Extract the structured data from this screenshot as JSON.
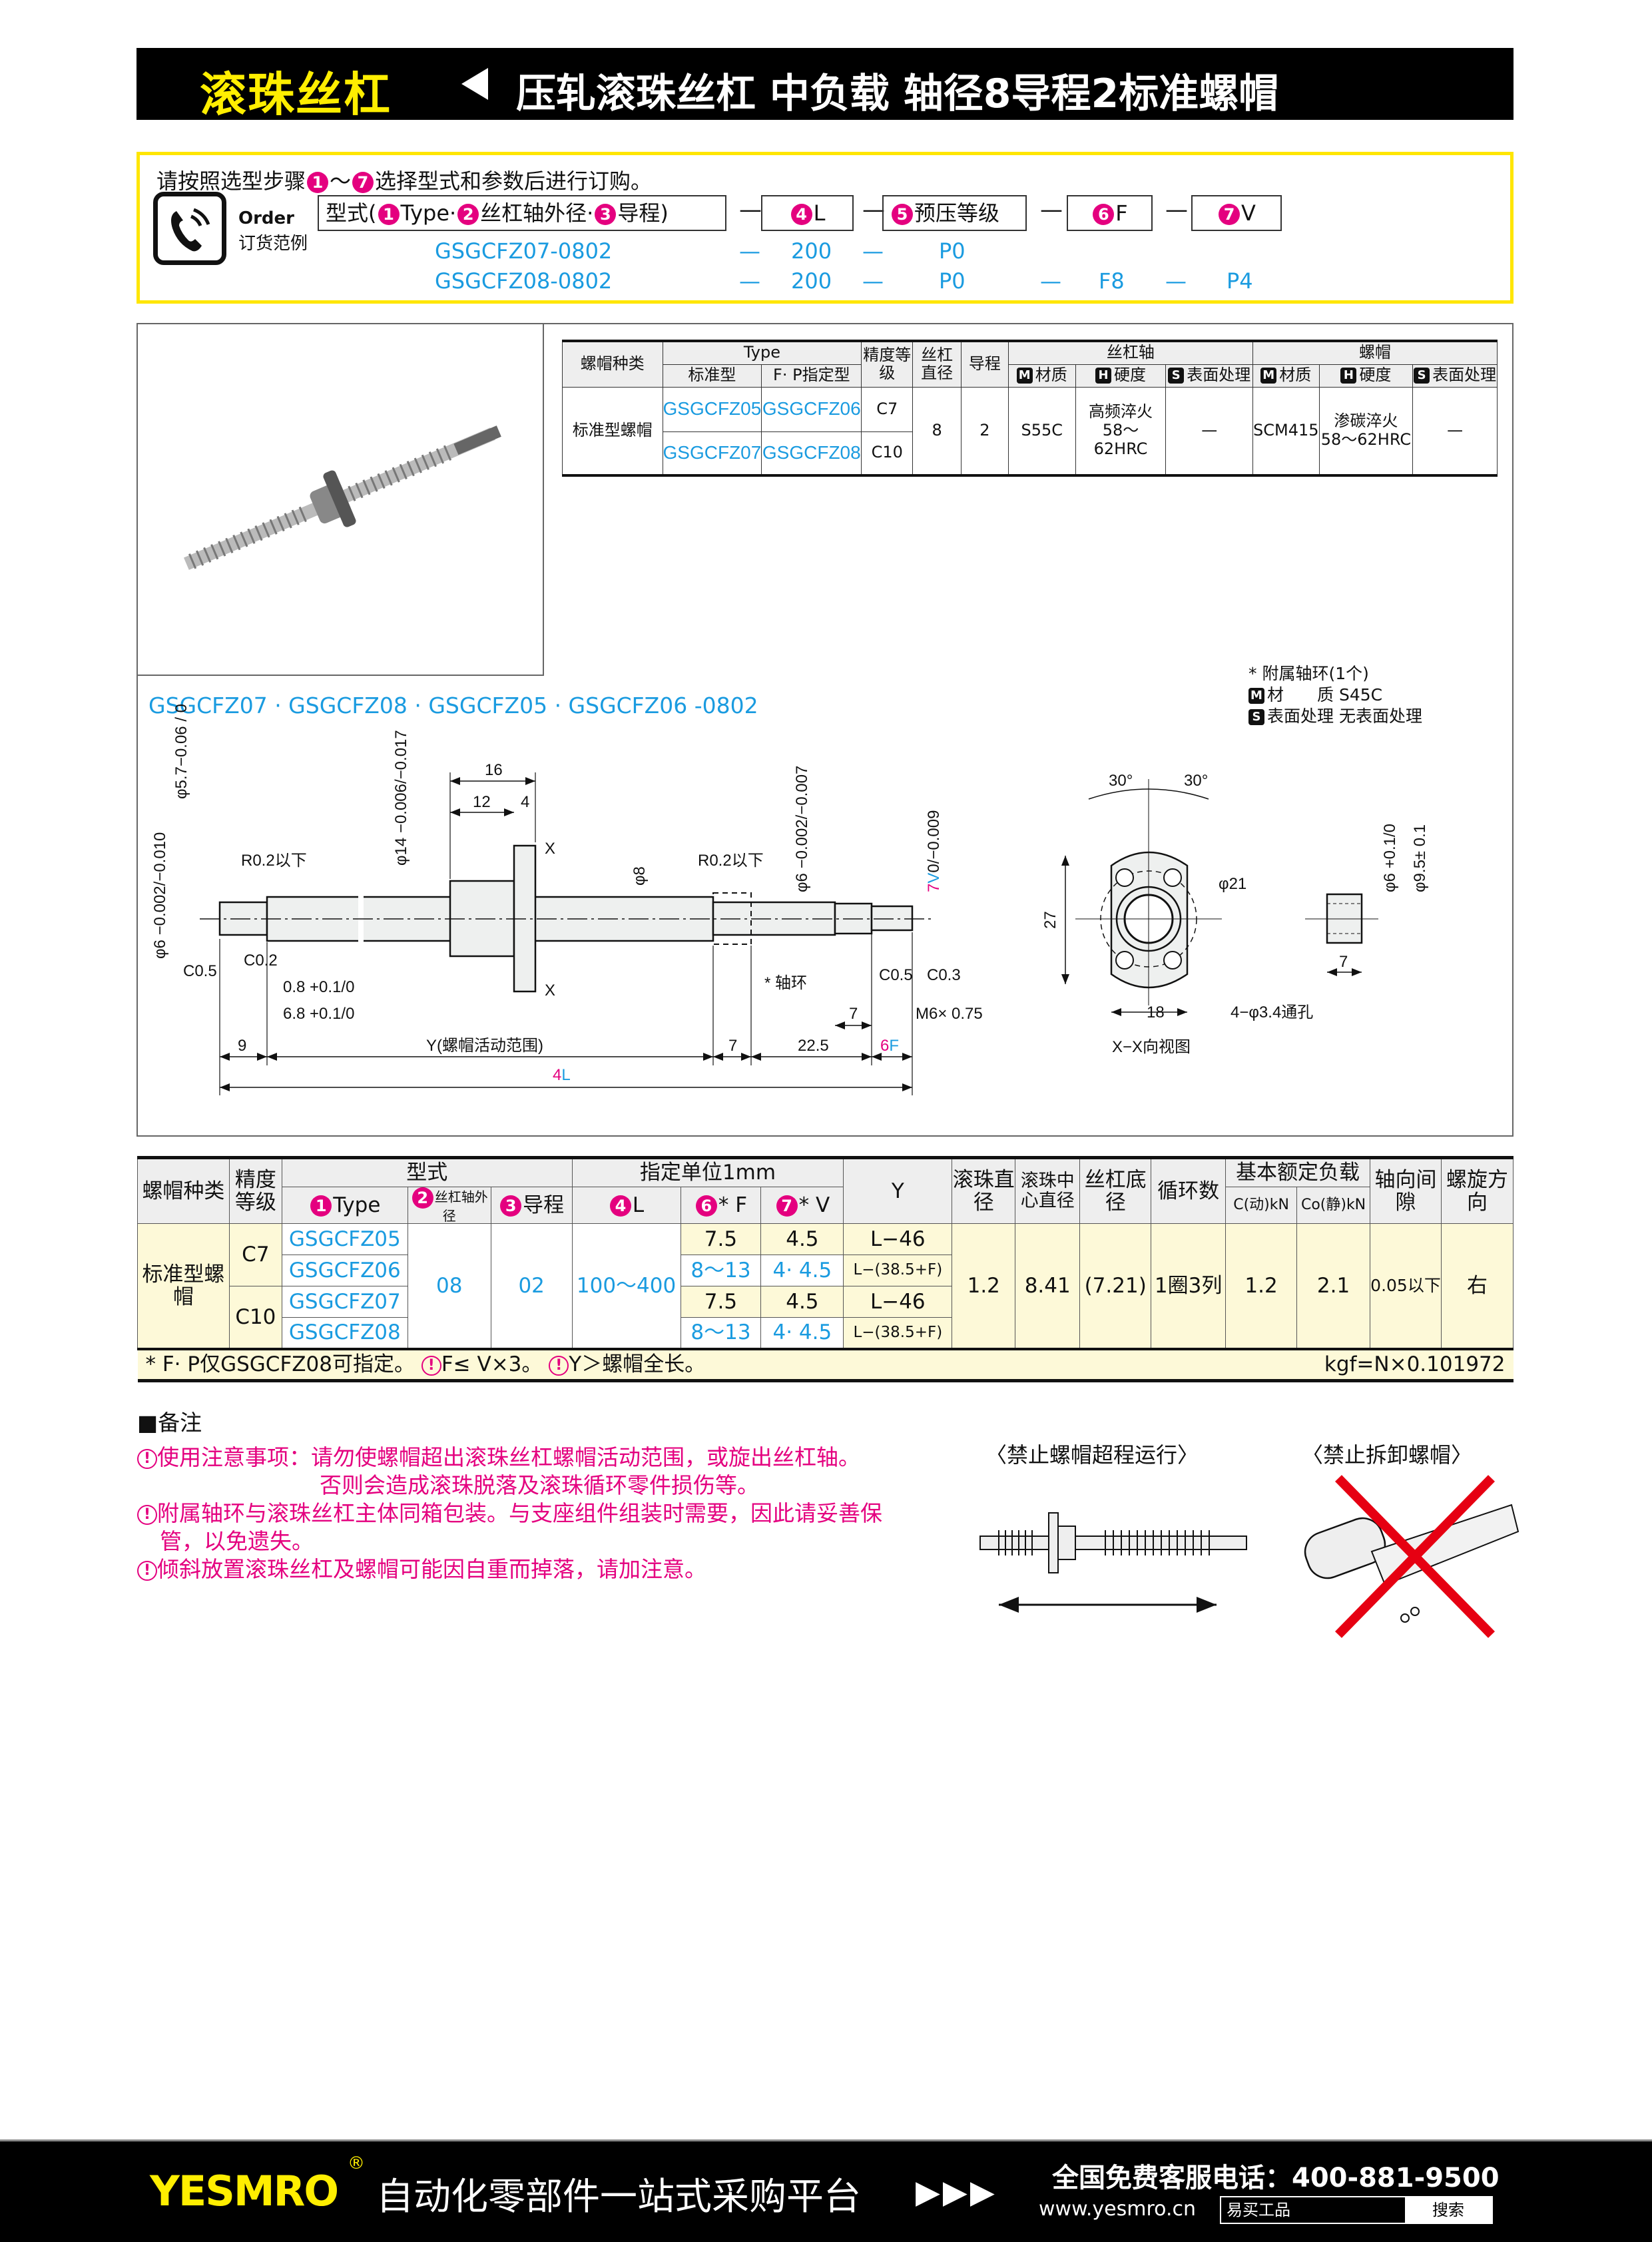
{
  "header": {
    "category": "滚珠丝杠",
    "title": "压轧滚珠丝杠 中负载 轴径8导程2标准螺帽"
  },
  "order": {
    "instruction_pre": "请按照选型步骤",
    "step_from": "1",
    "tilde": "～",
    "step_to": "7",
    "instruction_post": "选择型式和参数后进行订购。",
    "icon_en": "Order",
    "icon_cn": "订货范例",
    "box_type": {
      "prefix": "型式(",
      "n1": "1",
      "t1": "Type·",
      "n2": "2",
      "t2": "丝杠轴外径·",
      "n3": "3",
      "t3": "导程)"
    },
    "box_l": {
      "n": "4",
      "t": "L"
    },
    "box_preload": {
      "n": "5",
      "t": "预压等级"
    },
    "box_f": {
      "n": "6",
      "t": "F"
    },
    "box_v": {
      "n": "7",
      "t": "V"
    },
    "dash": "—",
    "examples": [
      {
        "code": "GSGCFZ07-0802",
        "l": "200",
        "preload": "P0"
      },
      {
        "code": "GSGCFZ08-0802",
        "l": "200",
        "preload": "P0",
        "f": "F8",
        "v": "P4"
      }
    ]
  },
  "spec_table": {
    "h": {
      "nut_type": "螺帽种类",
      "type": "Type",
      "std": "标准型",
      "fp": "F· P指定型",
      "grade": "精度等级",
      "dia": "丝杠直径",
      "lead": "导程",
      "shaft": "丝杠轴",
      "nut": "螺帽",
      "m": "M",
      "material": "材质",
      "hh": "H",
      "hardness": "硬度",
      "s": "S",
      "surface": "表面处理"
    },
    "row": {
      "nut_type": "标准型螺帽",
      "t05": "GSGCFZ05",
      "t06": "GSGCFZ06",
      "t07": "GSGCFZ07",
      "t08": "GSGCFZ08",
      "c7": "C7",
      "c10": "C10",
      "dia": "8",
      "lead": "2",
      "shaft_mat": "S55C",
      "shaft_hard1": "高频淬火",
      "shaft_hard2": "58～62HRC",
      "shaft_surf": "—",
      "nut_mat": "SCM415",
      "nut_hard1": "渗碳淬火",
      "nut_hard2": "58～62HRC",
      "nut_surf": "—"
    }
  },
  "series_title": "GSGCFZ07 · GSGCFZ08 · GSGCFZ05 · GSGCFZ06 -0802",
  "collar_note": {
    "title": "* 附属轴环(1个)",
    "m": "M",
    "mat_label": "材　　质",
    "mat": "S45C",
    "s": "S",
    "surf_label": "表面处理",
    "surf": "无表面处理"
  },
  "drawing": {
    "phi57": "φ5.7−0.06 / 0",
    "phi6l": "φ6 −0.002/−0.010",
    "r02a": "R0.2以下",
    "c05a": "C0.5",
    "c02": "C0.2",
    "d08": "0.8 +0.1/0",
    "d68": "6.8 +0.1/0",
    "phi14": "φ14 −0.006/−0.017",
    "d16": "16",
    "d12": "12",
    "d4": "4",
    "x": "X",
    "phi8": "φ8",
    "r02b": "R0.2以下",
    "phi6r": "φ6 −0.002/−0.007",
    "v_num": "7",
    "v": "V",
    "v_tol": "0/−0.009",
    "collar": "* 轴环",
    "c05b": "C0.5",
    "c03": "C0.3",
    "m6": "M6× 0.75",
    "d7a": "7",
    "d9": "9",
    "y": "Y(螺帽活动范围)",
    "d7b": "7",
    "d225": "22.5",
    "f_num": "6",
    "f": "F",
    "l_num": "4",
    "l": "L",
    "a30l": "30°",
    "a30r": "30°",
    "phi21": "φ21",
    "d27": "27",
    "d18": "18",
    "holes": "4−φ3.4通孔",
    "xx": "X−X向视图",
    "c_phi6": "φ6 +0.1/0",
    "c_phi95": "φ9.5± 0.1",
    "c_d7": "7"
  },
  "main_table": {
    "h": {
      "nut_type": "螺帽种类",
      "grade": "精度等级",
      "model": "型式",
      "unit": "指定单位1mm",
      "y": "Y",
      "ball_d": "滚珠直径",
      "pcd": "滚珠中心直径",
      "root": "丝杠底径",
      "circuits": "循环数",
      "load": "基本额定负载",
      "gap": "轴向间隙",
      "dir": "螺旋方向",
      "n1": "1",
      "type": "Type",
      "n2": "2",
      "od": "丝杠轴外径",
      "n3": "3",
      "lead": "导程",
      "n4": "4",
      "l": "L",
      "n6": "6",
      "f": "* F",
      "n7": "7",
      "v": "* V",
      "c": "C(动)kN",
      "co": "Co(静)kN"
    },
    "nut_type": "标准型螺帽",
    "c7": "C7",
    "c10": "C10",
    "od": "08",
    "lead": "02",
    "l": "100～400",
    "rows": [
      {
        "type": "GSGCFZ05",
        "f": "7.5",
        "v": "4.5",
        "y": "L−46"
      },
      {
        "type": "GSGCFZ06",
        "f": "8～13",
        "v": "4· 4.5",
        "y": "L−(38.5+F)"
      },
      {
        "type": "GSGCFZ07",
        "f": "7.5",
        "v": "4.5",
        "y": "L−46"
      },
      {
        "type": "GSGCFZ08",
        "f": "8～13",
        "v": "4· 4.5",
        "y": "L−(38.5+F)"
      }
    ],
    "ball_d": "1.2",
    "pcd": "8.41",
    "root": "(7.21)",
    "circuits": "1圈3列",
    "c": "1.2",
    "co": "2.1",
    "gap": "0.05以下",
    "dir": "右",
    "foot_a": "* F· P仅GSGCFZ08可指定。",
    "warn": "!",
    "foot_b": "F≤ V×3。",
    "foot_c": "Y＞螺帽全长。",
    "foot_right": "kgf=N×0.101972"
  },
  "notes": {
    "title": "■备注",
    "warn": "!",
    "n1a": "使用注意事项：请勿使螺帽超出滚珠丝杠螺帽活动范围，或旋出丝杠轴。",
    "n1b": "否则会造成滚珠脱落及滚珠循环零件损伤等。",
    "n2a": "附属轴环与滚珠丝杠主体同箱包装。与支座组件组装时需要，因此请妥善保",
    "n2b": "管，以免遗失。",
    "n3": "倾斜放置滚珠丝杠及螺帽可能因自重而掉落，请加注意。",
    "fig1": "〈禁止螺帽超程运行〉",
    "fig2": "〈禁止拆卸螺帽〉"
  },
  "footer": {
    "logo": "YESMRO",
    "reg": "®",
    "slogan": "自动化零部件一站式采购平台",
    "arrows": "▶▶▶",
    "phone": "全国免费客服电话：400-881-9500",
    "url": "www.yesmro.cn",
    "search_value": "易买工品",
    "search_btn": "搜索"
  },
  "colors": {
    "accent": "#e4007f",
    "link": "#1a9be0",
    "brand": "#ffee00",
    "highlight": "#fdf9d8"
  }
}
